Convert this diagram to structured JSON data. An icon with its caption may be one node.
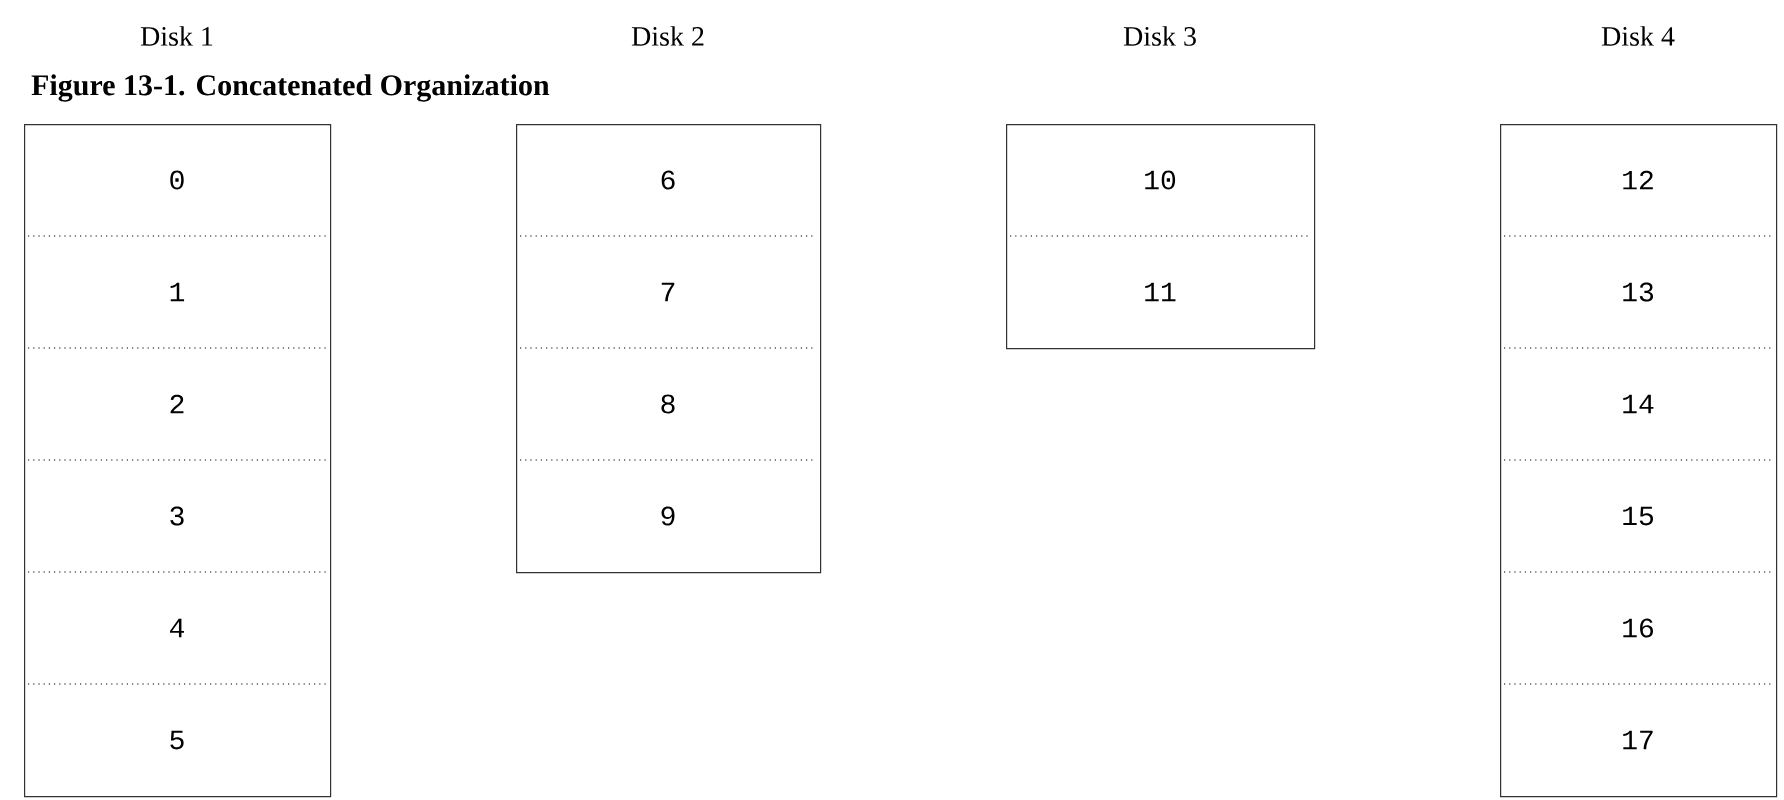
{
  "diagram": {
    "title": "Figure 13-1. Concatenated Organization",
    "nodes": [
      {
        "text": [
          "Disk 1"
        ]
      },
      {
        "text": [
          "0"
        ],
        "in": 0
      },
      {
        "text": [
          "1"
        ],
        "in": 0
      },
      {
        "text": [
          "2"
        ],
        "in": 0
      },
      {
        "text": [
          "3"
        ],
        "in": 0
      },
      {
        "text": [
          "4"
        ],
        "in": 0
      },
      {
        "text": [
          "5"
        ],
        "in": 0
      },
      {
        "text": [
          "Disk 2"
        ]
      },
      {
        "text": [
          "6"
        ],
        "in": 7
      },
      {
        "text": [
          "7"
        ],
        "in": 7
      },
      {
        "text": [
          "8"
        ],
        "in": 7
      },
      {
        "text": [
          "9"
        ],
        "in": 7
      },
      {
        "text": [
          "Disk 3"
        ]
      },
      {
        "text": [
          "10"
        ],
        "in": 12
      },
      {
        "text": [
          "11"
        ],
        "in": 12
      },
      {
        "text": [
          "Disk 4"
        ]
      },
      {
        "text": [
          "12"
        ],
        "in": 15
      },
      {
        "text": [
          "13"
        ],
        "in": 15
      },
      {
        "text": [
          "14"
        ],
        "in": 15
      },
      {
        "text": [
          "15"
        ],
        "in": 15
      },
      {
        "text": [
          "16"
        ],
        "in": 15
      },
      {
        "text": [
          "17"
        ],
        "in": 15
      }
    ]
  }
}
